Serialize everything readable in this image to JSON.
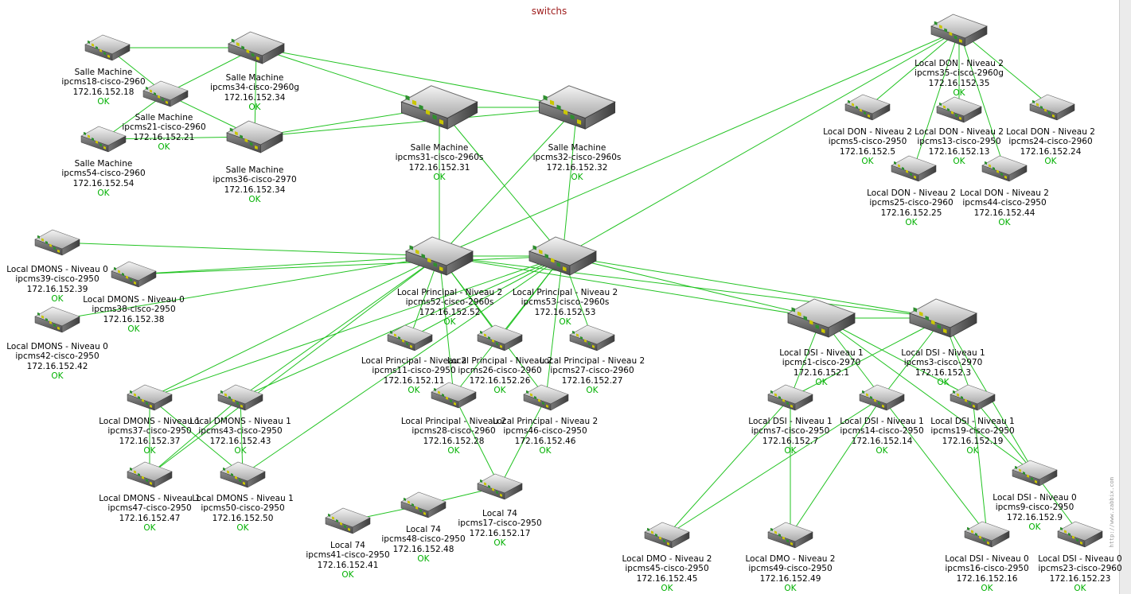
{
  "title": "switchs",
  "watermark": "http://www.zabbix.com",
  "colors": {
    "link": "#22c322",
    "title": "#9e1b1b",
    "ok": "#00b000"
  },
  "nodes": [
    {
      "id": "n18",
      "icon": "switch-icon",
      "name": "Salle Machine",
      "host": "ipcms18-cisco-2960",
      "ip": "172.16.152.18",
      "status": "OK"
    },
    {
      "id": "n34",
      "icon": "switch-icon",
      "name": "Salle Machine",
      "host": "ipcms34-cisco-2960g",
      "ip": "172.16.152.34",
      "status": "OK"
    },
    {
      "id": "n21",
      "icon": "switch-icon",
      "name": "Salle Machine",
      "host": "ipcms21-cisco-2960",
      "ip": "172.16.152.21",
      "status": "OK"
    },
    {
      "id": "n54",
      "icon": "switch-icon",
      "name": "Salle Machine",
      "host": "ipcms54-cisco-2960",
      "ip": "172.16.152.54",
      "status": "OK"
    },
    {
      "id": "n36",
      "icon": "switch-icon",
      "name": "Salle Machine",
      "host": "ipcms36-cisco-2970",
      "ip": "172.16.152.34",
      "status": "OK"
    },
    {
      "id": "n31",
      "icon": "switch-icon",
      "name": "Salle Machine",
      "host": "ipcms31-cisco-2960s",
      "ip": "172.16.152.31",
      "status": "OK"
    },
    {
      "id": "n32",
      "icon": "switch-icon",
      "name": "Salle Machine",
      "host": "ipcms32-cisco-2960s",
      "ip": "172.16.152.32",
      "status": "OK"
    },
    {
      "id": "n35",
      "icon": "switch-icon",
      "name": "Local DON - Niveau 2",
      "host": "ipcms35-cisco-2960g",
      "ip": "172.16.152.35",
      "status": "OK"
    },
    {
      "id": "n5",
      "icon": "switch-icon",
      "name": "Local DON - Niveau 2",
      "host": "ipcms5-cisco-2950",
      "ip": "172.16.152.5",
      "status": "OK"
    },
    {
      "id": "n13",
      "icon": "switch-icon",
      "name": "Local DON - Niveau 2",
      "host": "ipcms13-cisco-2950",
      "ip": "172.16.152.13",
      "status": "OK"
    },
    {
      "id": "n24",
      "icon": "switch-icon",
      "name": "Local DON - Niveau 2",
      "host": "ipcms24-cisco-2960",
      "ip": "172.16.152.24",
      "status": "OK"
    },
    {
      "id": "n25",
      "icon": "switch-icon",
      "name": "Local DON - Niveau 2",
      "host": "ipcms25-cisco-2960",
      "ip": "172.16.152.25",
      "status": "OK"
    },
    {
      "id": "n44",
      "icon": "switch-icon",
      "name": "Local DON - Niveau 2",
      "host": "ipcms44-cisco-2950",
      "ip": "172.16.152.44",
      "status": "OK"
    },
    {
      "id": "n39",
      "icon": "switch-icon",
      "name": "Local DMONS - Niveau 0",
      "host": "ipcms39-cisco-2950",
      "ip": "172.16.152.39",
      "status": "OK"
    },
    {
      "id": "n38",
      "icon": "switch-icon",
      "name": "Local DMONS - Niveau 0",
      "host": "ipcms38-cisco-2950",
      "ip": "172.16.152.38",
      "status": "OK"
    },
    {
      "id": "n42",
      "icon": "switch-icon",
      "name": "Local DMONS - Niveau 0",
      "host": "ipcms42-cisco-2950",
      "ip": "172.16.152.42",
      "status": "OK"
    },
    {
      "id": "n52",
      "icon": "switch-icon",
      "name": "Local Principal - Niveau 2",
      "host": "ipcms52-cisco-2960s",
      "ip": "172.16.152.52",
      "status": "OK"
    },
    {
      "id": "n53",
      "icon": "switch-icon",
      "name": "Local Principal - Niveau 2",
      "host": "ipcms53-cisco-2960s",
      "ip": "172.16.152.53",
      "status": "OK"
    },
    {
      "id": "n11",
      "icon": "switch-icon",
      "name": "Local Principal - Niveau 2",
      "host": "ipcms11-cisco-2950",
      "ip": "172.16.152.11",
      "status": "OK"
    },
    {
      "id": "n26",
      "icon": "switch-icon",
      "name": "Local Principal - Niveau 2",
      "host": "ipcms26-cisco-2960",
      "ip": "172.16.152.26",
      "status": "OK"
    },
    {
      "id": "n27",
      "icon": "switch-icon",
      "name": "Local Principal - Niveau 2",
      "host": "ipcms27-cisco-2960",
      "ip": "172.16.152.27",
      "status": "OK"
    },
    {
      "id": "n28",
      "icon": "switch-icon",
      "name": "Local Principal - Niveau 2",
      "host": "ipcms28-cisco-2960",
      "ip": "172.16.152.28",
      "status": "OK"
    },
    {
      "id": "n46",
      "icon": "switch-icon",
      "name": "Local Principal - Niveau 2",
      "host": "ipcms46-cisco-2950",
      "ip": "172.16.152.46",
      "status": "OK"
    },
    {
      "id": "n37",
      "icon": "switch-icon",
      "name": "Local DMONS - Niveau 1",
      "host": "ipcms37-cisco-2950",
      "ip": "172.16.152.37",
      "status": "OK"
    },
    {
      "id": "n43",
      "icon": "switch-icon",
      "name": "Local DMONS - Niveau 1",
      "host": "ipcms43-cisco-2950",
      "ip": "172.16.152.43",
      "status": "OK"
    },
    {
      "id": "n47",
      "icon": "switch-icon",
      "name": "Local DMONS - Niveau 1",
      "host": "ipcms47-cisco-2950",
      "ip": "172.16.152.47",
      "status": "OK"
    },
    {
      "id": "n50",
      "icon": "switch-icon",
      "name": "Local DMONS - Niveau 1",
      "host": "ipcms50-cisco-2950",
      "ip": "172.16.152.50",
      "status": "OK"
    },
    {
      "id": "n17",
      "icon": "switch-icon",
      "name": "Local 74",
      "host": "ipcms17-cisco-2950",
      "ip": "172.16.152.17",
      "status": "OK"
    },
    {
      "id": "n48",
      "icon": "switch-icon",
      "name": "Local 74",
      "host": "ipcms48-cisco-2950",
      "ip": "172.16.152.48",
      "status": "OK"
    },
    {
      "id": "n41",
      "icon": "switch-icon",
      "name": "Local 74",
      "host": "ipcms41-cisco-2950",
      "ip": "172.16.152.41",
      "status": "OK"
    },
    {
      "id": "n1",
      "icon": "switch-icon",
      "name": "Local DSI - Niveau 1",
      "host": "ipcms1-cisco-2970",
      "ip": "172.16.152.1",
      "status": "OK"
    },
    {
      "id": "n3",
      "icon": "switch-icon",
      "name": "Local DSI - Niveau 1",
      "host": "ipcms3-cisco-2970",
      "ip": "172.16.152.3",
      "status": "OK"
    },
    {
      "id": "n7",
      "icon": "switch-icon",
      "name": "Local DSI - Niveau 1",
      "host": "ipcms7-cisco-2950",
      "ip": "172.16.152.7",
      "status": "OK"
    },
    {
      "id": "n14",
      "icon": "switch-icon",
      "name": "Local DSI - Niveau 1",
      "host": "ipcms14-cisco-2950",
      "ip": "172.16.152.14",
      "status": "OK"
    },
    {
      "id": "n19",
      "icon": "switch-icon",
      "name": "Local DSI - Niveau 1",
      "host": "ipcms19-cisco-2950",
      "ip": "172.16.152.19",
      "status": "OK"
    },
    {
      "id": "n9",
      "icon": "switch-icon",
      "name": "Local DSI - Niveau 0",
      "host": "ipcms9-cisco-2950",
      "ip": "172.16.152.9",
      "status": "OK"
    },
    {
      "id": "n16",
      "icon": "switch-icon",
      "name": "Local DSI - Niveau 0",
      "host": "ipcms16-cisco-2950",
      "ip": "172.16.152.16",
      "status": "OK"
    },
    {
      "id": "n23",
      "icon": "switch-icon",
      "name": "Local DSI - Niveau 0",
      "host": "ipcms23-cisco-2960",
      "ip": "172.16.152.23",
      "status": "OK"
    },
    {
      "id": "n45",
      "icon": "switch-icon",
      "name": "Local DMO - Niveau 2",
      "host": "ipcms45-cisco-2950",
      "ip": "172.16.152.45",
      "status": "OK"
    },
    {
      "id": "n49",
      "icon": "switch-icon",
      "name": "Local DMO - Niveau 2",
      "host": "ipcms49-cisco-2950",
      "ip": "172.16.152.49",
      "status": "OK"
    }
  ],
  "links": [
    [
      "n18",
      "n34"
    ],
    [
      "n18",
      "n21"
    ],
    [
      "n21",
      "n34"
    ],
    [
      "n21",
      "n36"
    ],
    [
      "n21",
      "n54"
    ],
    [
      "n54",
      "n36"
    ],
    [
      "n34",
      "n36"
    ],
    [
      "n34",
      "n31"
    ],
    [
      "n34",
      "n32"
    ],
    [
      "n36",
      "n31"
    ],
    [
      "n36",
      "n32"
    ],
    [
      "n31",
      "n32"
    ],
    [
      "n31",
      "n52"
    ],
    [
      "n31",
      "n53"
    ],
    [
      "n32",
      "n52"
    ],
    [
      "n32",
      "n53"
    ],
    [
      "n35",
      "n52"
    ],
    [
      "n35",
      "n53"
    ],
    [
      "n35",
      "n5"
    ],
    [
      "n35",
      "n13"
    ],
    [
      "n35",
      "n24"
    ],
    [
      "n35",
      "n25"
    ],
    [
      "n35",
      "n44"
    ],
    [
      "n52",
      "n39"
    ],
    [
      "n52",
      "n38"
    ],
    [
      "n53",
      "n38"
    ],
    [
      "n52",
      "n42"
    ],
    [
      "n52",
      "n53"
    ],
    [
      "n52",
      "n37"
    ],
    [
      "n52",
      "n43"
    ],
    [
      "n53",
      "n37"
    ],
    [
      "n53",
      "n43"
    ],
    [
      "n52",
      "n47"
    ],
    [
      "n53",
      "n50"
    ],
    [
      "n52",
      "n11"
    ],
    [
      "n52",
      "n26"
    ],
    [
      "n52",
      "n28"
    ],
    [
      "n52",
      "n46"
    ],
    [
      "n53",
      "n11"
    ],
    [
      "n53",
      "n26"
    ],
    [
      "n53",
      "n27"
    ],
    [
      "n53",
      "n28"
    ],
    [
      "n53",
      "n46"
    ],
    [
      "n28",
      "n17"
    ],
    [
      "n46",
      "n17"
    ],
    [
      "n17",
      "n48"
    ],
    [
      "n48",
      "n41"
    ],
    [
      "n37",
      "n47"
    ],
    [
      "n37",
      "n50"
    ],
    [
      "n43",
      "n47"
    ],
    [
      "n43",
      "n50"
    ],
    [
      "n52",
      "n1"
    ],
    [
      "n53",
      "n1"
    ],
    [
      "n52",
      "n3"
    ],
    [
      "n53",
      "n3"
    ],
    [
      "n1",
      "n3"
    ],
    [
      "n1",
      "n7"
    ],
    [
      "n1",
      "n14"
    ],
    [
      "n1",
      "n19"
    ],
    [
      "n3",
      "n7"
    ],
    [
      "n3",
      "n14"
    ],
    [
      "n3",
      "n19"
    ],
    [
      "n1",
      "n9"
    ],
    [
      "n3",
      "n9"
    ],
    [
      "n19",
      "n9"
    ],
    [
      "n19",
      "n16"
    ],
    [
      "n9",
      "n23"
    ],
    [
      "n7",
      "n45"
    ],
    [
      "n7",
      "n49"
    ],
    [
      "n14",
      "n45"
    ],
    [
      "n14",
      "n49"
    ],
    [
      "n14",
      "n16"
    ]
  ]
}
